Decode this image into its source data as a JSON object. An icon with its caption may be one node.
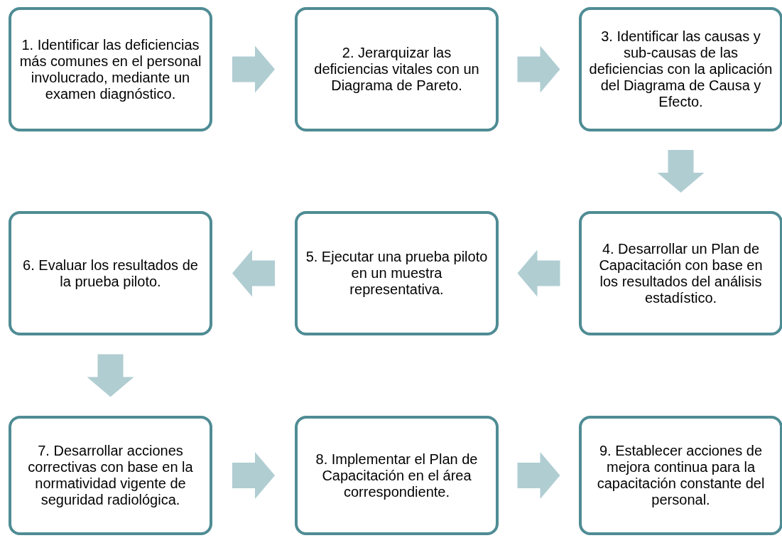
{
  "diagram": {
    "nodes": [
      {
        "text": [
          "1. Identificar las deficiencias más comunes en el personal involucrado, mediante un examen diagnóstico."
        ]
      },
      {
        "text": [
          "2. Jerarquizar las deficiencias vitales con un Diagrama de Pareto."
        ]
      },
      {
        "text": [
          "3. Identificar las causas y sub-causas de las deficiencias con la aplicación del Diagrama de Causa y Efecto."
        ]
      },
      {
        "text": [
          "4. Desarrollar un Plan de Capacitación con base en los resultados del análisis estadístico."
        ]
      },
      {
        "text": [
          "5. Ejecutar una prueba piloto en un muestra representativa."
        ]
      },
      {
        "text": [
          "6. Evaluar los resultados de la prueba piloto."
        ]
      },
      {
        "text": [
          "7. Desarrollar acciones correctivas con base en la normatividad vigente de seguridad radiológica."
        ]
      },
      {
        "text": [
          "8. Implementar el Plan de Capacitación en el área correspondiente."
        ]
      },
      {
        "text": [
          "9. Establecer acciones de mejora continua para la capacitación constante del personal."
        ]
      }
    ],
    "edges": [
      {
        "from": 0,
        "to": 1,
        "arrow": "to"
      },
      {
        "from": 1,
        "to": 2,
        "arrow": "to"
      },
      {
        "from": 2,
        "to": 3,
        "arrow": "to"
      },
      {
        "from": 3,
        "to": 4,
        "arrow": "to"
      },
      {
        "from": 4,
        "to": 5,
        "arrow": "to"
      },
      {
        "from": 5,
        "to": 6,
        "arrow": "to"
      },
      {
        "from": 6,
        "to": 7,
        "arrow": "to"
      },
      {
        "from": 7,
        "to": 8,
        "arrow": "to"
      }
    ]
  }
}
